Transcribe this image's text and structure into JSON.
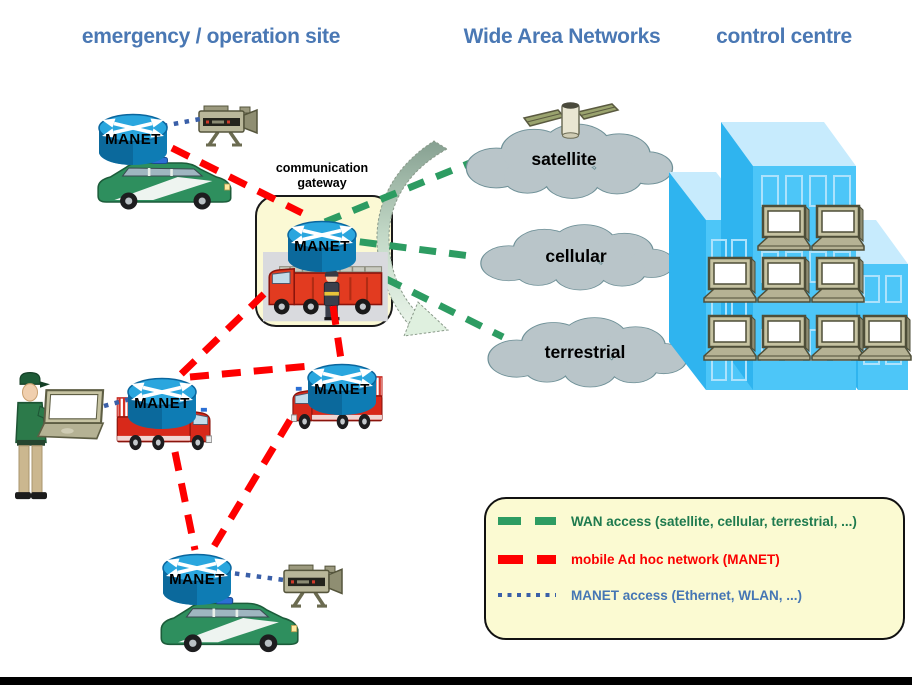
{
  "titles": {
    "left": "emergency / operation site",
    "middle": "Wide Area Networks",
    "right": "control centre"
  },
  "gateway": {
    "label_line1": "communication",
    "label_line2": "gateway"
  },
  "clouds": {
    "satellite": {
      "label": "satellite"
    },
    "cellular": {
      "label": "cellular"
    },
    "terrestrial": {
      "label": "terrestrial"
    }
  },
  "nodes": [
    {
      "id": "manet-node-police-north",
      "label": "MANET"
    },
    {
      "id": "manet-gateway-router",
      "label": "MANET"
    },
    {
      "id": "manet-node-fire-truck-west",
      "label": "MANET"
    },
    {
      "id": "manet-node-fire-truck-east",
      "label": "MANET"
    },
    {
      "id": "manet-node-police-south",
      "label": "MANET"
    }
  ],
  "legend": {
    "items": [
      {
        "id": "wan-access",
        "label": "WAN access (satellite, cellular, terrestrial, ...)",
        "line_style": "green-dashed",
        "color": "#1e7a4e"
      },
      {
        "id": "manet",
        "label": "mobile Ad hoc network (MANET)",
        "line_style": "red-dashed",
        "color": "#fb0000"
      },
      {
        "id": "manet-access",
        "label": "MANET access (Ethernet, WLAN, ...)",
        "line_style": "blue-dotted",
        "color": "#4576b4"
      }
    ]
  },
  "icons": {
    "router-icon": "blue-cylinder-with-white-cross-arrows",
    "police-car-icon": "green-white-patrol-wagon",
    "fire-truck-icon": "red-ladder-truck",
    "fire-engine-icon": "red-engine-with-firefighter",
    "video-camera-icon": "olive-camera-on-legs",
    "laptop-icon": "khaki-laptop-white-screen",
    "officer-icon": "police-officer-green-uniform",
    "satellite-icon": "cylinder-with-solar-panels",
    "cloud-icon": "grey-network-cloud",
    "building-icon": "cyan-isometric-office-blocks",
    "curved-arrow-icon": "green-gradient-crescent-arrow"
  },
  "colors": {
    "title": "#4a78b4",
    "wan_line": "#2d9c62",
    "manet_line": "#fe0000",
    "access_line": "#3a5fa8",
    "cloud_fill": "#b9c5c9",
    "cloud_stroke": "#6e9097",
    "building_front": "#4dc6f8",
    "building_side": "#2fb4ef",
    "building_top": "#c7ebfd",
    "gateway_box_bg": "#fbf9d4",
    "legend_bg": "#fbfad2"
  }
}
